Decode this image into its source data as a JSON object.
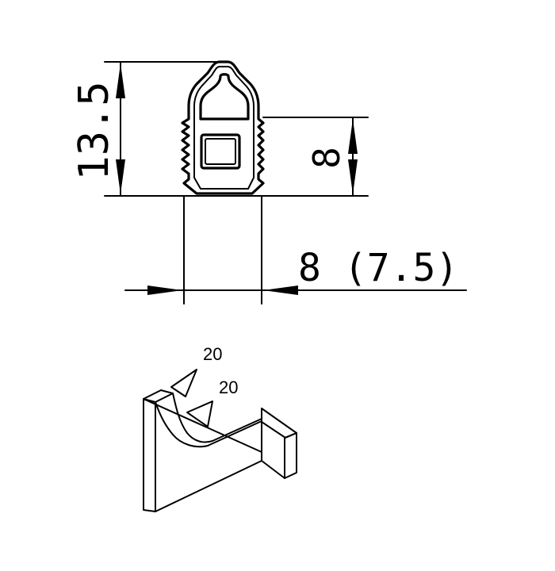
{
  "profile": {
    "height_dim": "13.5",
    "serration_dim": "8",
    "width_dim": "8 (7.5)"
  },
  "iso_view": {
    "angle_label_1": "20",
    "angle_label_2": "20"
  }
}
